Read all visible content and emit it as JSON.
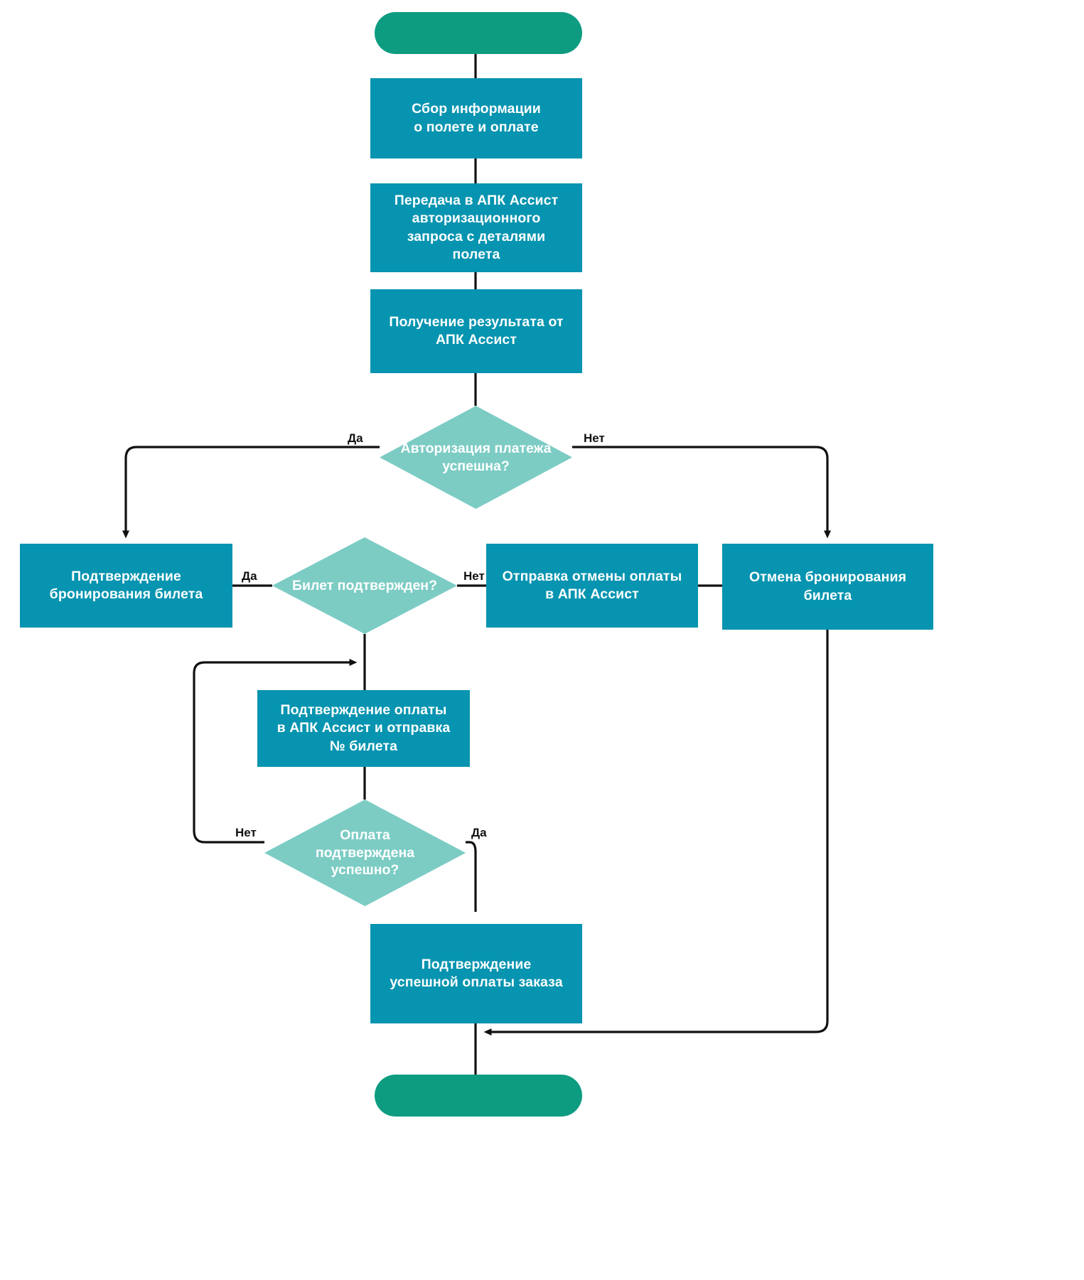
{
  "diagram": {
    "title_text": "",
    "colors": {
      "terminator": "#0E9C81",
      "process": "#0694B0",
      "decision": "#7CCCC4",
      "line": "#111111",
      "node_text": "#FFFFFF",
      "edge_label_text": "#111111",
      "background": "#FFFFFF"
    },
    "nodes": {
      "start": {
        "label": "",
        "shape": "terminator"
      },
      "collect_info": {
        "label": "Сбор информации\nо полете и оплате",
        "shape": "process"
      },
      "send_auth_request": {
        "label": "Передача в АПК Ассист\nавторизационного\nзапроса с деталями\nполета",
        "shape": "process"
      },
      "receive_result": {
        "label": "Получение результата от\nАПК Ассист",
        "shape": "process"
      },
      "auth_success": {
        "label": "Авторизация платежа\nуспешна?",
        "shape": "decision"
      },
      "confirm_booking": {
        "label": "Подтверждение\nбронирования билета",
        "shape": "process"
      },
      "ticket_confirmed": {
        "label": "Билет подтвержден?",
        "shape": "decision"
      },
      "send_cancel_payment": {
        "label": "Отправка отмены оплаты\nв АПК Ассист",
        "shape": "process"
      },
      "cancel_booking": {
        "label": "Отмена бронирования\nбилета",
        "shape": "process"
      },
      "confirm_payment": {
        "label": "Подтверждение оплаты\nв АПК Ассист и отправка\n№ билета",
        "shape": "process"
      },
      "payment_confirmed": {
        "label": "Оплата\nподтверждена\nуспешно?",
        "shape": "decision"
      },
      "order_paid": {
        "label": "Подтверждение\nуспешной оплаты заказа",
        "shape": "process"
      },
      "end": {
        "label": "",
        "shape": "terminator"
      }
    },
    "edge_labels": {
      "auth_yes": "Да",
      "auth_no": "Нет",
      "ticket_yes": "Да",
      "ticket_no": "Нет",
      "payment_no": "Нет",
      "payment_yes": "Да"
    }
  }
}
